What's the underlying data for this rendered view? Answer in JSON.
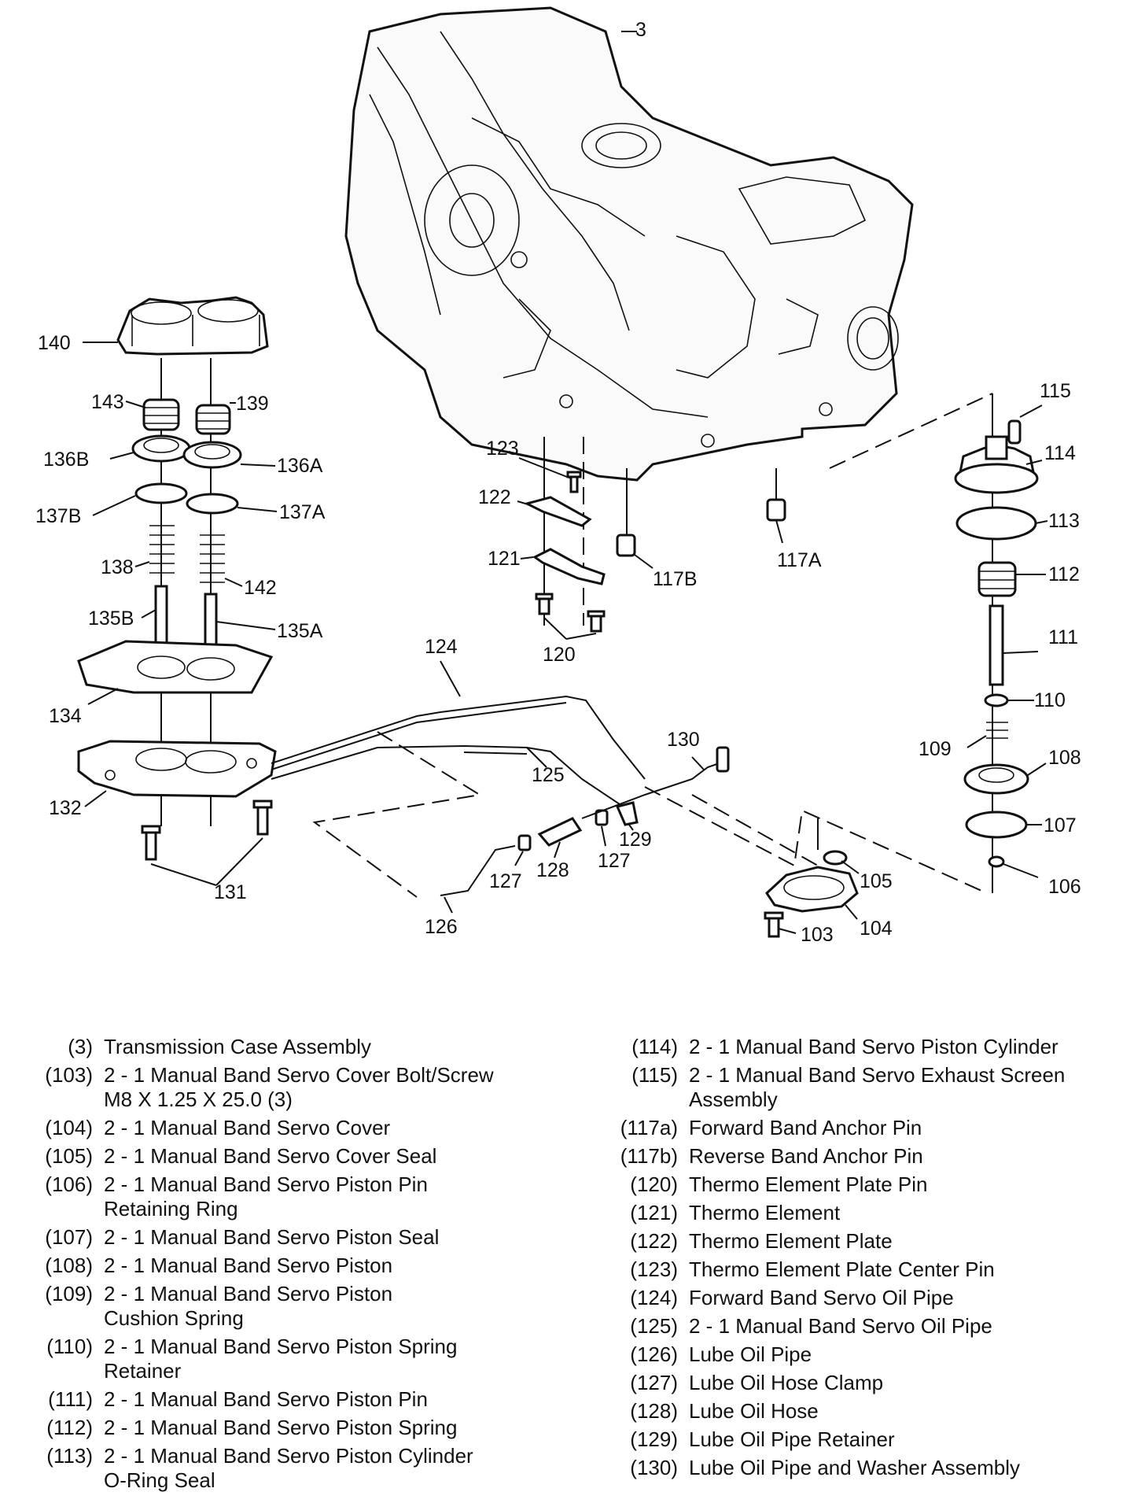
{
  "callouts": {
    "c3": "3",
    "c140": "140",
    "c143": "143",
    "c139": "139",
    "c136B": "136B",
    "c136A": "136A",
    "c137B": "137B",
    "c137A": "137A",
    "c138": "138",
    "c142": "142",
    "c135B": "135B",
    "c135A": "135A",
    "c134": "134",
    "c132": "132",
    "c131": "131",
    "c123": "123",
    "c122": "122",
    "c121": "121",
    "c120": "120",
    "c117B": "117B",
    "c117A": "117A",
    "c124": "124",
    "c125": "125",
    "c126": "126",
    "c127a": "127",
    "c127b": "127",
    "c128": "128",
    "c129": "129",
    "c130": "130",
    "c115": "115",
    "c114": "114",
    "c113": "113",
    "c112": "112",
    "c111": "111",
    "c110": "110",
    "c109": "109",
    "c108": "108",
    "c107": "107",
    "c106": "106",
    "c105": "105",
    "c104": "104",
    "c103": "103"
  },
  "legend": {
    "left": [
      {
        "num": "(3)",
        "text": "Transmission Case Assembly"
      },
      {
        "num": "(103)",
        "text": "2 - 1 Manual Band Servo Cover Bolt/Screw\nM8 X 1.25 X 25.0 (3)"
      },
      {
        "num": "(104)",
        "text": "2 - 1 Manual Band Servo Cover"
      },
      {
        "num": "(105)",
        "text": "2 - 1 Manual Band Servo Cover Seal"
      },
      {
        "num": "(106)",
        "text": "2 - 1 Manual Band Servo Piston Pin\nRetaining Ring"
      },
      {
        "num": "(107)",
        "text": "2 - 1 Manual Band Servo Piston Seal"
      },
      {
        "num": "(108)",
        "text": "2 - 1 Manual Band Servo Piston"
      },
      {
        "num": "(109)",
        "text": "2 - 1 Manual Band Servo Piston\nCushion Spring"
      },
      {
        "num": "(110)",
        "text": "2 - 1 Manual Band Servo Piston Spring\nRetainer"
      },
      {
        "num": "(111)",
        "text": "2 - 1 Manual Band Servo Piston Pin"
      },
      {
        "num": "(112)",
        "text": "2 - 1 Manual Band Servo Piston Spring"
      },
      {
        "num": "(113)",
        "text": "2 - 1 Manual Band Servo Piston Cylinder\nO-Ring Seal"
      }
    ],
    "right": [
      {
        "num": "(114)",
        "text": "2 - 1 Manual Band Servo Piston Cylinder"
      },
      {
        "num": "(115)",
        "text": "2 - 1 Manual Band Servo Exhaust Screen\nAssembly"
      },
      {
        "num": "(117a)",
        "text": "Forward Band Anchor Pin"
      },
      {
        "num": "(117b)",
        "text": "Reverse Band Anchor Pin"
      },
      {
        "num": "(120)",
        "text": "Thermo Element Plate Pin"
      },
      {
        "num": "(121)",
        "text": "Thermo Element"
      },
      {
        "num": "(122)",
        "text": "Thermo Element Plate"
      },
      {
        "num": "(123)",
        "text": "Thermo Element Plate Center Pin"
      },
      {
        "num": "(124)",
        "text": "Forward Band Servo Oil Pipe"
      },
      {
        "num": "(125)",
        "text": "2 - 1 Manual Band Servo Oil Pipe"
      },
      {
        "num": "(126)",
        "text": "Lube Oil Pipe"
      },
      {
        "num": "(127)",
        "text": "Lube Oil Hose Clamp"
      },
      {
        "num": "(128)",
        "text": "Lube Oil Hose"
      },
      {
        "num": "(129)",
        "text": "Lube Oil Pipe Retainer"
      },
      {
        "num": "(130)",
        "text": "Lube Oil Pipe and Washer Assembly"
      }
    ]
  }
}
